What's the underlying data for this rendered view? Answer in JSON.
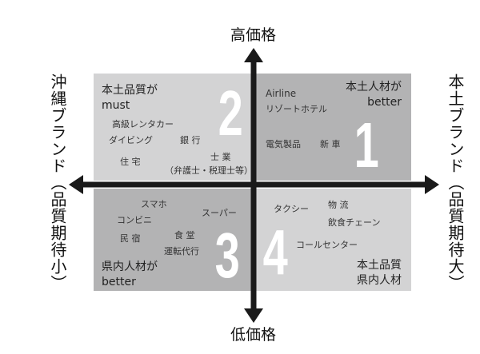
{
  "axes": {
    "top": "高価格",
    "bottom": "低価格",
    "left": "沖縄ブランド（品質期待小）",
    "right": "本土ブランド（品質期待大）"
  },
  "quadrants": [
    {
      "number": "1",
      "label": [
        "本土人材が",
        "better"
      ],
      "items": [
        "Airline",
        "リゾートホテル",
        "新 車",
        "電気製品"
      ]
    },
    {
      "number": "2",
      "label": [
        "本土品質が",
        "must"
      ],
      "items": [
        "高級レンタカー",
        "ダイビング",
        "銀 行",
        "住 宅",
        "士 業",
        "（弁護士・税理士等）"
      ]
    },
    {
      "number": "3",
      "label": [
        "県内人材が",
        "better"
      ],
      "items": [
        "スマホ",
        "スーパー",
        "コンビニ",
        "民 宿",
        "食 堂",
        "運転代行"
      ]
    },
    {
      "number": "4",
      "label": [
        "本土品質",
        "県内人材"
      ],
      "items": [
        "物 流",
        "タクシー",
        "飲食チェーン",
        "コールセンター"
      ]
    }
  ],
  "colors": {
    "light": "#d3d3d4",
    "dark": "#b3b3b4",
    "axis": "#1a1a1a"
  }
}
